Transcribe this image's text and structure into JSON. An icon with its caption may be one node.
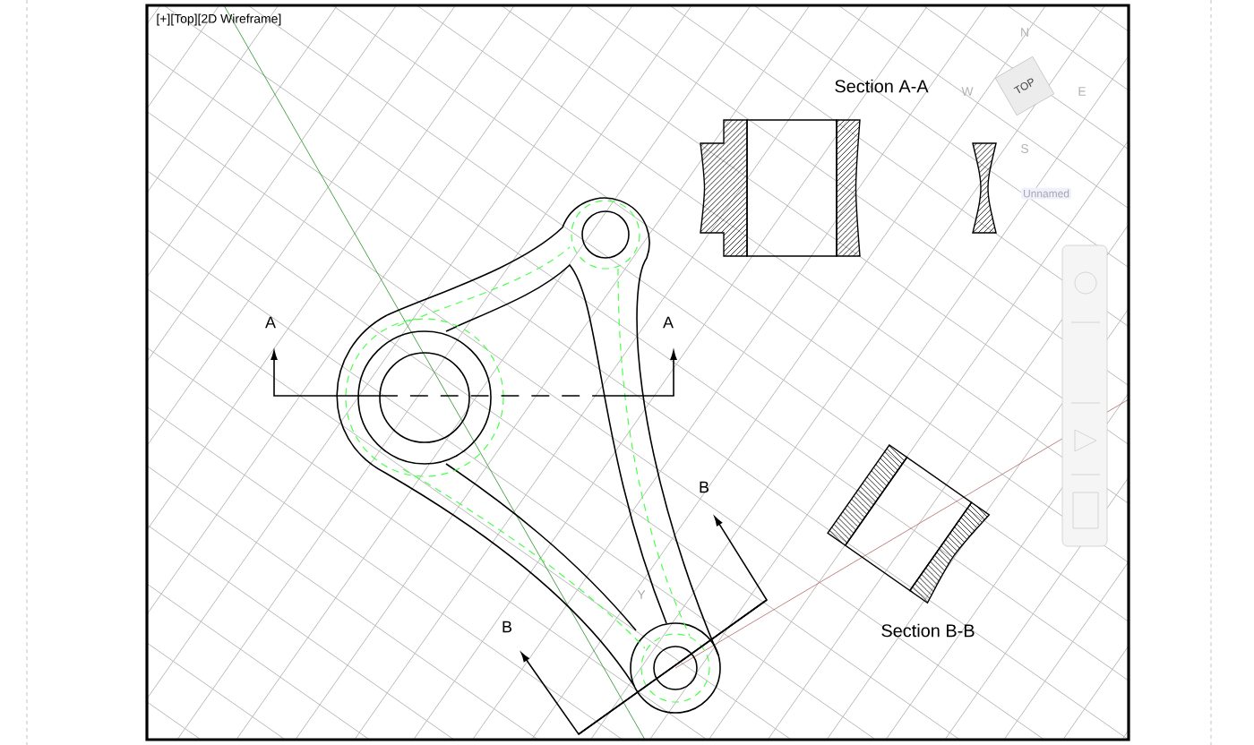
{
  "diagram": {
    "labels": [
      "[+][Top][2D Wireframe]",
      "N",
      "Section A-A",
      "W",
      "TOP",
      "E",
      "S",
      "Unnamed",
      "A",
      "A",
      "B",
      "Y",
      "B",
      "Section B-B"
    ]
  }
}
